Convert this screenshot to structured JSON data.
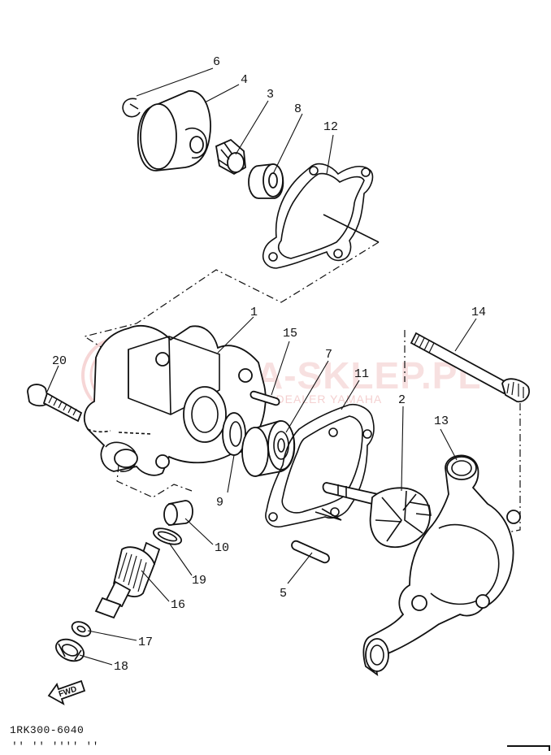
{
  "diagram": {
    "part_code": "1RK300-6040",
    "footer_text": "'' '' '''' ''",
    "direction_arrow_label": "FWD",
    "watermark": {
      "title": "YAMA-SKLEP.PL",
      "subtitle": "ZEL   DAWCZ I DEALER YAMAHA"
    },
    "callouts": [
      {
        "id": "callout-1",
        "label": "1"
      },
      {
        "id": "callout-2",
        "label": "2"
      },
      {
        "id": "callout-3",
        "label": "3"
      },
      {
        "id": "callout-4",
        "label": "4"
      },
      {
        "id": "callout-5",
        "label": "5"
      },
      {
        "id": "callout-6",
        "label": "6"
      },
      {
        "id": "callout-7",
        "label": "7"
      },
      {
        "id": "callout-8",
        "label": "8"
      },
      {
        "id": "callout-9",
        "label": "9"
      },
      {
        "id": "callout-10",
        "label": "10"
      },
      {
        "id": "callout-11",
        "label": "11"
      },
      {
        "id": "callout-12",
        "label": "12"
      },
      {
        "id": "callout-13",
        "label": "13"
      },
      {
        "id": "callout-14",
        "label": "14"
      },
      {
        "id": "callout-15",
        "label": "15"
      },
      {
        "id": "callout-16",
        "label": "16"
      },
      {
        "id": "callout-17",
        "label": "17"
      },
      {
        "id": "callout-18",
        "label": "18"
      },
      {
        "id": "callout-19",
        "label": "19"
      },
      {
        "id": "callout-20",
        "label": "20"
      }
    ],
    "colors": {
      "line": "#111111",
      "background": "#ffffff",
      "watermark": "#f2c7c7"
    }
  }
}
